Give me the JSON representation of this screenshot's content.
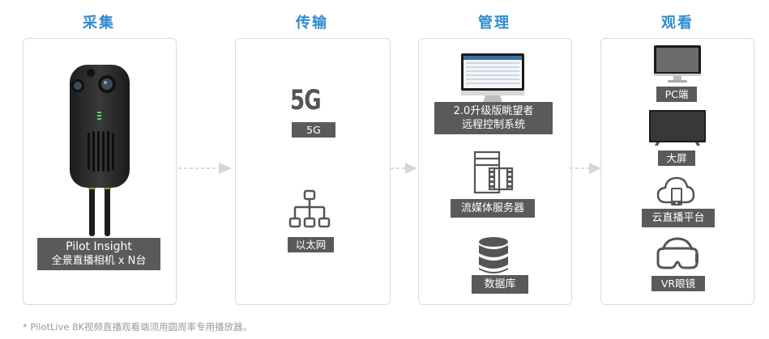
{
  "stages": [
    {
      "title": "采集"
    },
    {
      "title": "传输"
    },
    {
      "title": "管理"
    },
    {
      "title": "观看"
    }
  ],
  "capture": {
    "label_line1": "Pilot Insight",
    "label_line2": "全景直播相机 x N台"
  },
  "transport": {
    "g5_glyph": "5G",
    "g5_label": "5G",
    "ethernet_label": "以太网"
  },
  "manage": {
    "system_line1": "2.0升级版眺望者",
    "system_line2": "远程控制系统",
    "media_label": "流媒体服务器",
    "db_label": "数据库"
  },
  "view": {
    "pc_label": "PC端",
    "screen_label": "大屏",
    "cloud_label": "云直播平台",
    "vr_label": "VR眼镜"
  },
  "footnote": "* PilotLive 8K视频直播观看端须用圆周率专用播放器。",
  "colors": {
    "accent": "#2e8bcf",
    "label_bg": "#5a5a5a",
    "border": "#d9d9d9",
    "arrow": "#cfcfcf"
  }
}
